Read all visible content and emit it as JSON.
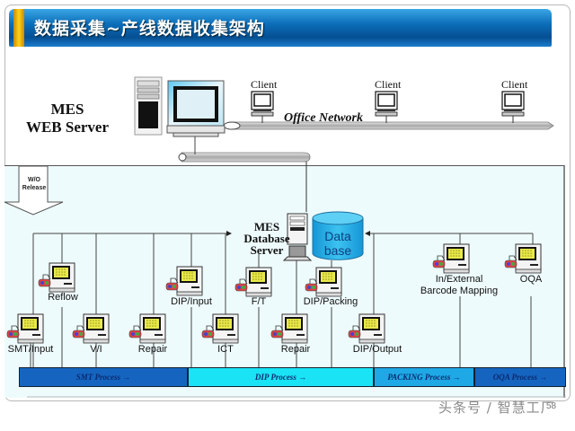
{
  "title": "数据采集~产线数据收集架构",
  "colors": {
    "title_bar": "#0b6db8",
    "accent": "#ffd21a",
    "panel_bg": "#eefbfc",
    "smt_bar": "#1565c0",
    "dip_bar": "#19e3f5",
    "packing_bar": "#1fa8e6",
    "oqa_bar": "#1565c0",
    "database": "#2bb3e8"
  },
  "top": {
    "web_server_label_line1": "MES",
    "web_server_label_line2": "WEB Server",
    "network_label": "Office Network",
    "clients": [
      {
        "label": "Client"
      },
      {
        "label": "Client"
      },
      {
        "label": "Client"
      }
    ]
  },
  "lower": {
    "wo_release_line1": "W/O",
    "wo_release_line2": "Release",
    "db_server_line1": "MES",
    "db_server_line2": "Database",
    "db_server_line3": "Server",
    "database_line1": "Data",
    "database_line2": "base",
    "stations": [
      {
        "label": "Reflow"
      },
      {
        "label": "SMT/Input"
      },
      {
        "label": "V/I"
      },
      {
        "label": "Repair"
      },
      {
        "label": "DIP/Input"
      },
      {
        "label": "ICT"
      },
      {
        "label": "F/T"
      },
      {
        "label": "Repair"
      },
      {
        "label": "DIP/Packing"
      },
      {
        "label": "DIP/Output"
      },
      {
        "label_line1": "In/External",
        "label_line2": "Barcode Mapping"
      },
      {
        "label": "OQA"
      }
    ],
    "processes": [
      {
        "label": "SMT Process →"
      },
      {
        "label": "DIP Process →"
      },
      {
        "label": "PACKING Process →"
      },
      {
        "label": "OQA Process →"
      }
    ]
  },
  "watermark": {
    "line1": "头条号 / 智慧工厂",
    "logo_text": "智慧工厂",
    "page_number": "58"
  }
}
